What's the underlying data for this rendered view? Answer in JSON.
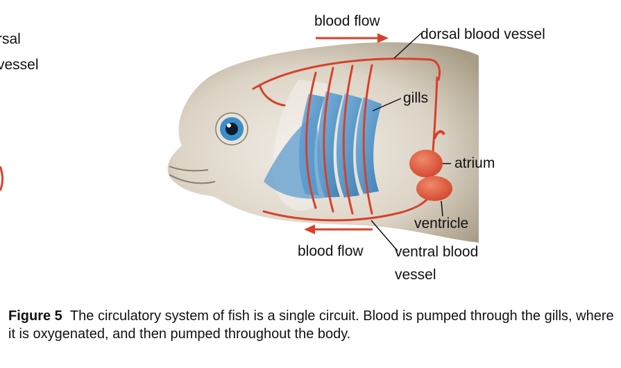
{
  "left_fragment": {
    "line1": "rsal",
    "line2": "vessel"
  },
  "labels": {
    "blood_flow_top": "blood flow",
    "dorsal_vessel": "dorsal blood vessel",
    "gills": "gills",
    "atrium": "atrium",
    "ventricle": "ventricle",
    "blood_flow_bottom": "blood flow",
    "ventral_vessel_line1": "ventral blood",
    "ventral_vessel_line2": "vessel"
  },
  "caption": {
    "figure_label": "Figure 5",
    "text": "The circulatory system of fish is a single circuit. Blood is pumped through the gills, where it is oxygenated, and then pumped throughout the body."
  },
  "colors": {
    "vessel_red": "#d7402a",
    "gill_blue": "#4a8fc4",
    "fish_body": "#d8d0c2",
    "heart": "#e0563c"
  }
}
